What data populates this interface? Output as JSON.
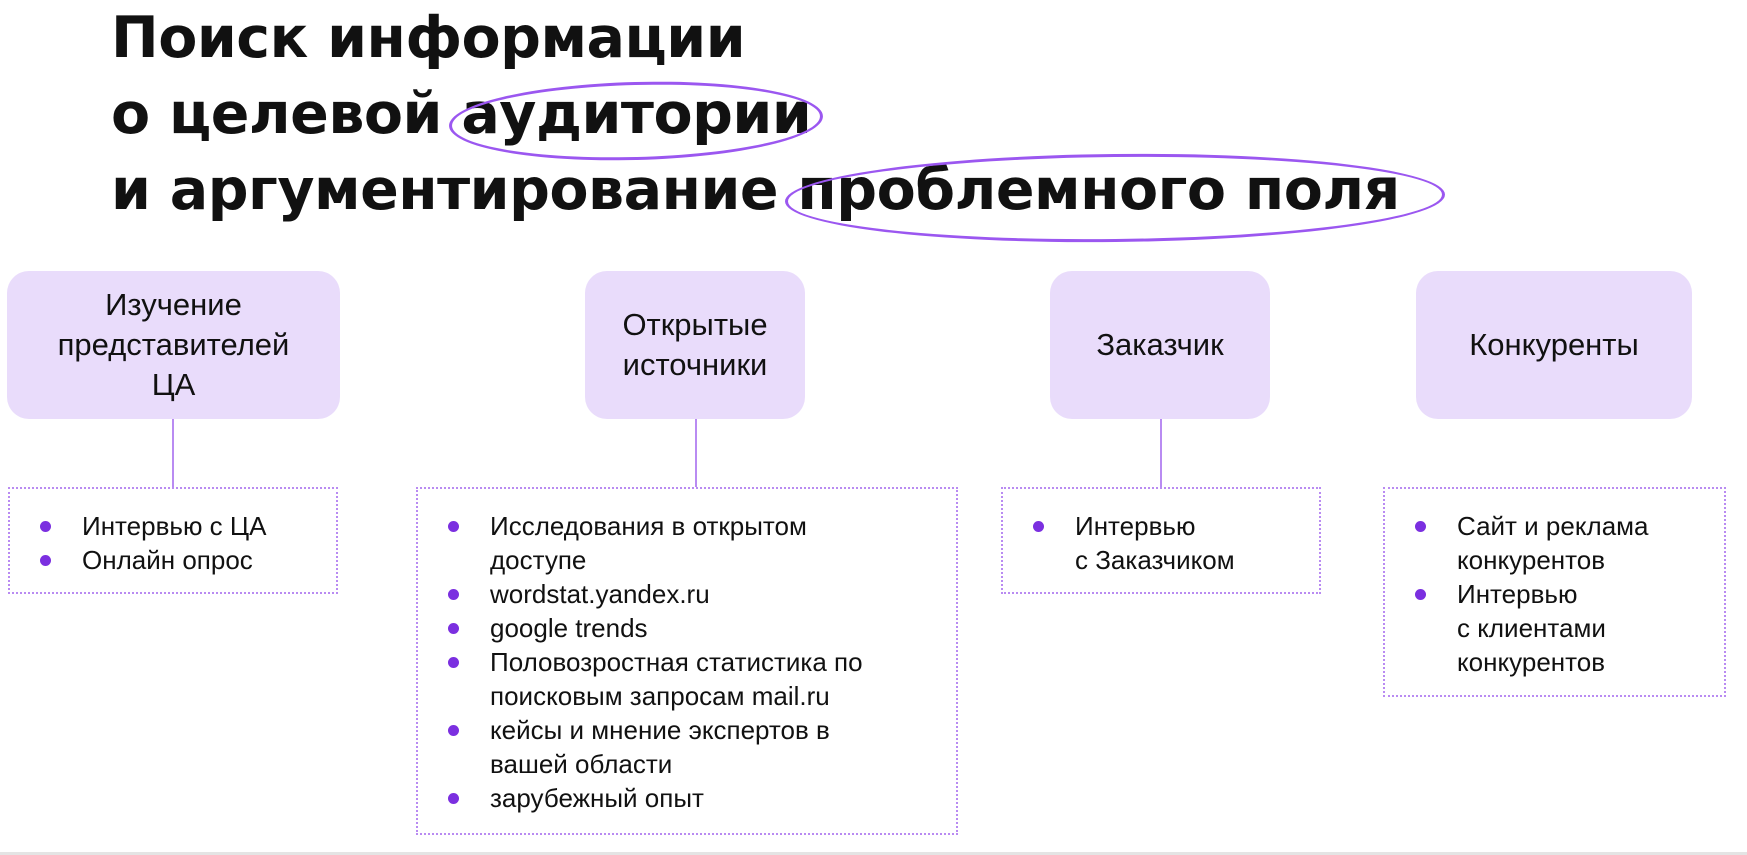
{
  "title": {
    "line1": "Поиск информации",
    "line2_before": "о целевой ",
    "line2_highlight": "аудитории",
    "line3_before": "и аргументирование ",
    "line3_highlight": "проблемного поля"
  },
  "colors": {
    "accent": "#7b2fe0",
    "outline": "#9b57f0",
    "box_fill": "#e9dcfb",
    "dotted_border": "#b98bf2"
  },
  "categories": [
    {
      "label": "Изучение\nпредставителей\nЦА",
      "items": [
        "Интервью с ЦА",
        "Онлайн опрос"
      ]
    },
    {
      "label": "Открытые\nисточники",
      "items": [
        "Исследования в открытом\nдоступе",
        "wordstat.yandex.ru",
        "google trends",
        "Половозростная статистика по\nпоисковым запросам mail.ru",
        "кейсы и мнение экспертов в\nвашей области",
        "зарубежный опыт"
      ]
    },
    {
      "label": "Заказчик",
      "items": [
        "Интервью\nс Заказчиком"
      ]
    },
    {
      "label": "Конкуренты",
      "items": [
        "Сайт и реклама\nконкурентов",
        "Интервью\nс клиентами\nконкурентов"
      ]
    }
  ]
}
